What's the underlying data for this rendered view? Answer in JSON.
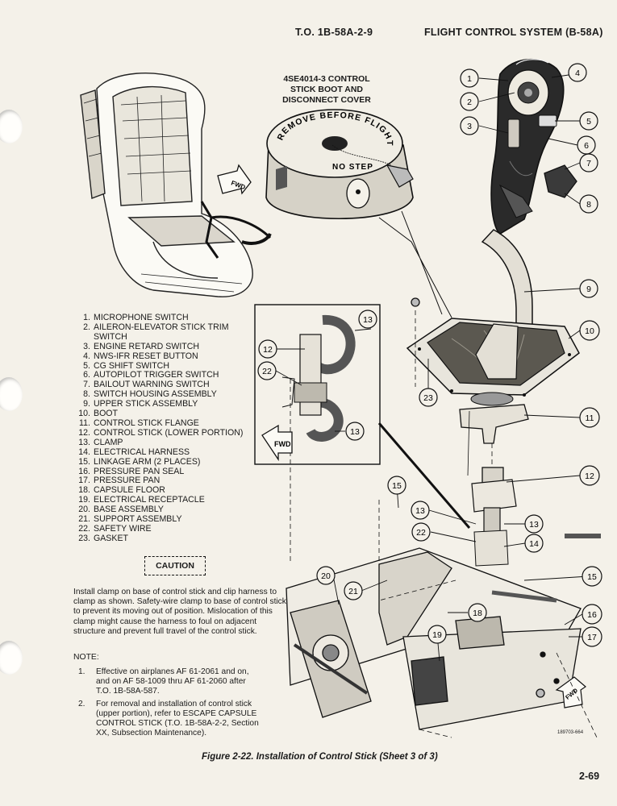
{
  "header": {
    "doc_number": "T.O. 1B-58A-2-9",
    "section_title": "FLIGHT CONTROL SYSTEM (B-58A)"
  },
  "cover_label": [
    "4SE4014-3 CONTROL",
    "STICK BOOT AND",
    "DISCONNECT COVER"
  ],
  "cover_text": {
    "ring": "REMOVE BEFORE FLIGHT",
    "no_step": "NO STEP"
  },
  "fwd_label": "FWD",
  "parts": [
    {
      "num": "1.",
      "text": "MICROPHONE SWITCH"
    },
    {
      "num": "2.",
      "text": "AILERON-ELEVATOR STICK TRIM SWITCH"
    },
    {
      "num": "3.",
      "text": "ENGINE RETARD SWITCH"
    },
    {
      "num": "4.",
      "text": "NWS-IFR RESET BUTTON"
    },
    {
      "num": "5.",
      "text": "CG SHIFT SWITCH"
    },
    {
      "num": "6.",
      "text": "AUTOPILOT TRIGGER SWITCH"
    },
    {
      "num": "7.",
      "text": "BAILOUT WARNING SWITCH"
    },
    {
      "num": "8.",
      "text": "SWITCH HOUSING ASSEMBLY"
    },
    {
      "num": "9.",
      "text": "UPPER STICK ASSEMBLY"
    },
    {
      "num": "10.",
      "text": "BOOT"
    },
    {
      "num": "11.",
      "text": "CONTROL STICK FLANGE"
    },
    {
      "num": "12.",
      "text": "CONTROL STICK (LOWER PORTION)"
    },
    {
      "num": "13.",
      "text": "CLAMP"
    },
    {
      "num": "14.",
      "text": "ELECTRICAL HARNESS"
    },
    {
      "num": "15.",
      "text": "LINKAGE ARM (2 PLACES)"
    },
    {
      "num": "16.",
      "text": "PRESSURE PAN SEAL"
    },
    {
      "num": "17.",
      "text": "PRESSURE PAN"
    },
    {
      "num": "18.",
      "text": "CAPSULE FLOOR"
    },
    {
      "num": "19.",
      "text": "ELECTRICAL RECEPTACLE"
    },
    {
      "num": "20.",
      "text": "BASE ASSEMBLY"
    },
    {
      "num": "21.",
      "text": "SUPPORT ASSEMBLY"
    },
    {
      "num": "22.",
      "text": "SAFETY WIRE"
    },
    {
      "num": "23.",
      "text": "GASKET"
    }
  ],
  "caution": {
    "label": "CAUTION",
    "text": "Install clamp on base of control stick and clip harness to clamp as shown. Safety-wire clamp to base of control stick to prevent its moving out of position. Mislocation of this clamp might cause the harness to foul on adjacent structure and prevent full travel of the control stick."
  },
  "note": {
    "heading": "NOTE:",
    "items": [
      {
        "num": "1.",
        "text": "Effective on airplanes AF 61-2061 and on, and on AF 58-1009 thru AF 61-2060 after T.O. 1B-58A-587."
      },
      {
        "num": "2.",
        "text": "For removal and installation of control stick (upper portion), refer to ESCAPE CAPSULE CONTROL STICK (T.O. 1B-58A-2-2, Section XX, Subsection Maintenance)."
      }
    ]
  },
  "callouts": [
    "1",
    "2",
    "3",
    "4",
    "5",
    "6",
    "7",
    "8",
    "9",
    "10",
    "11",
    "12",
    "13",
    "13",
    "13",
    "13",
    "14",
    "15",
    "15",
    "16",
    "17",
    "18",
    "19",
    "20",
    "21",
    "22",
    "22",
    "23",
    "12"
  ],
  "drawing_number": "189703-664",
  "caption": "Figure 2-22. Installation of Control Stick (Sheet 3 of 3)",
  "page_number": "2-69"
}
